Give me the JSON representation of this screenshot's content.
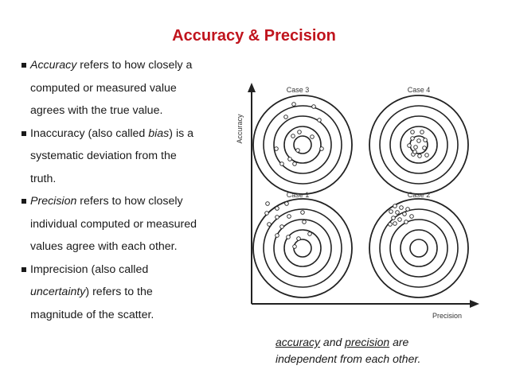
{
  "title": "Accuracy & Precision",
  "bullets": [
    {
      "lines": [
        [
          {
            "t": "Accuracy",
            "em": true
          },
          {
            "t": " refers to how closely a"
          }
        ],
        [
          {
            "t": "computed or measured value"
          }
        ],
        [
          {
            "t": "agrees with the true value."
          }
        ]
      ]
    },
    {
      "lines": [
        [
          {
            "t": "Inaccuracy (also called "
          },
          {
            "t": "bias",
            "em": true
          },
          {
            "t": ") is a"
          }
        ],
        [
          {
            "t": "systematic deviation from the"
          }
        ],
        [
          {
            "t": "truth."
          }
        ]
      ]
    },
    {
      "lines": [
        [
          {
            "t": "Precision",
            "em": true
          },
          {
            "t": " refers to how closely"
          }
        ],
        [
          {
            "t": "individual computed or measured"
          }
        ],
        [
          {
            "t": "values agree with each other."
          }
        ]
      ]
    },
    {
      "lines": [
        [
          {
            "t": "Imprecision  (also called"
          }
        ],
        [
          {
            "t": "uncertainty",
            "em": true
          },
          {
            "t": ") refers to the"
          }
        ],
        [
          {
            "t": "magnitude of the scatter."
          }
        ]
      ]
    }
  ],
  "figure": {
    "y_axis_label": "Accuracy",
    "x_axis_label": "Precision",
    "cases": [
      {
        "label": "Case 3",
        "position": "top-left"
      },
      {
        "label": "Case 4",
        "position": "top-right"
      },
      {
        "label": "Case 1",
        "position": "bottom-left"
      },
      {
        "label": "Case 2",
        "position": "bottom-right"
      }
    ]
  },
  "caption": {
    "word1": "accuracy",
    "mid": " and ",
    "word2": "precision",
    "line1_end": " are",
    "line2": "independent from each other."
  }
}
